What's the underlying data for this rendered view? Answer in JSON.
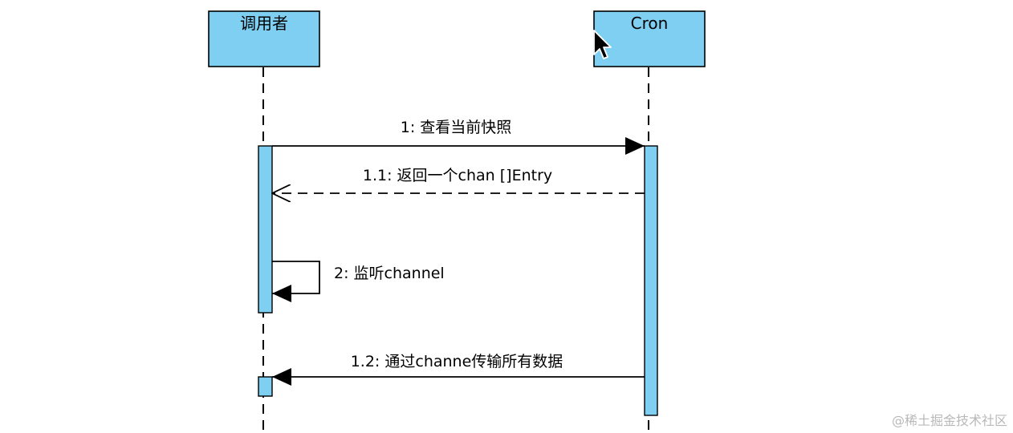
{
  "participants": {
    "caller": {
      "label": "调用者"
    },
    "cron": {
      "label": "Cron"
    }
  },
  "messages": {
    "m1": {
      "label": "1: 查看当前快照",
      "kind": "synchronous"
    },
    "m11": {
      "label": "1.1: 返回一个chan []Entry",
      "kind": "return"
    },
    "m2": {
      "label": "2: 监听channel",
      "kind": "self"
    },
    "m12": {
      "label": "1.2: 通过channe传输所有数据",
      "kind": "synchronous"
    }
  },
  "watermark": "@稀土掘金技术社区",
  "colors": {
    "participant_fill": "#7ecff2",
    "activation_fill": "#7ecff2",
    "line": "#000000",
    "watermark": "#b8b8b8"
  },
  "icons": {
    "cursor": "mouse-pointer-icon"
  }
}
